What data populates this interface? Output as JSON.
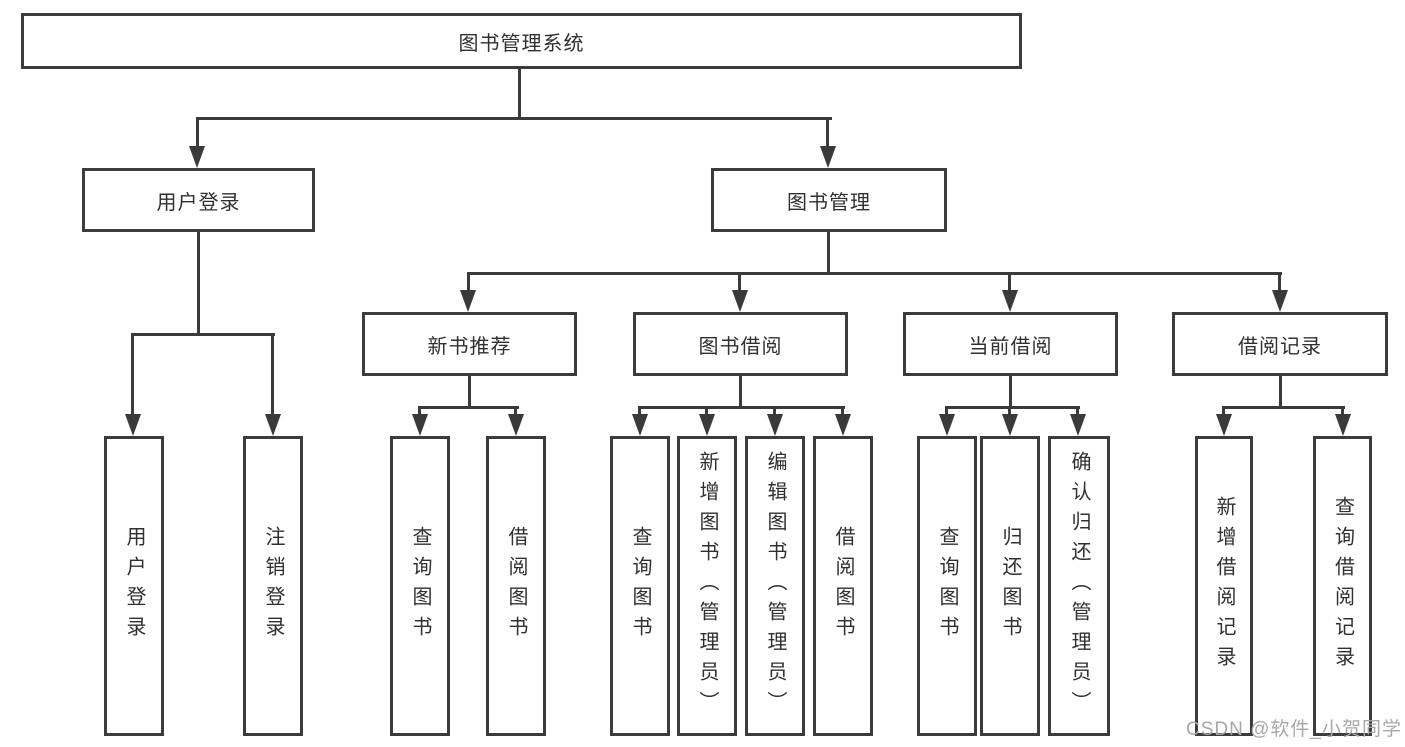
{
  "diagram_title": "图书管理系统",
  "tree": {
    "label": "图书管理系统",
    "children": [
      {
        "label": "用户登录",
        "children": [
          {
            "label": "用户登录"
          },
          {
            "label": "注销登录"
          }
        ]
      },
      {
        "label": "图书管理",
        "children": [
          {
            "label": "新书推荐",
            "children": [
              {
                "label": "查询图书"
              },
              {
                "label": "借阅图书"
              }
            ]
          },
          {
            "label": "图书借阅",
            "children": [
              {
                "label": "查询图书"
              },
              {
                "label": "新增图书（管理员）"
              },
              {
                "label": "编辑图书（管理员）"
              },
              {
                "label": "借阅图书"
              }
            ]
          },
          {
            "label": "当前借阅",
            "children": [
              {
                "label": "查询图书"
              },
              {
                "label": "归还图书"
              },
              {
                "label": "确认归还（管理员）"
              }
            ]
          },
          {
            "label": "借阅记录",
            "children": [
              {
                "label": "新增借阅记录"
              },
              {
                "label": "查询借阅记录"
              }
            ]
          }
        ]
      }
    ]
  },
  "watermark": {
    "text": "CSDN @软件_小贺同学"
  },
  "colors": {
    "box_border": "#3b3b3b",
    "connector_line": "#3a3a3a",
    "text": "#303030",
    "watermark_text": "#a8a8a8",
    "background": "#ffffff"
  }
}
